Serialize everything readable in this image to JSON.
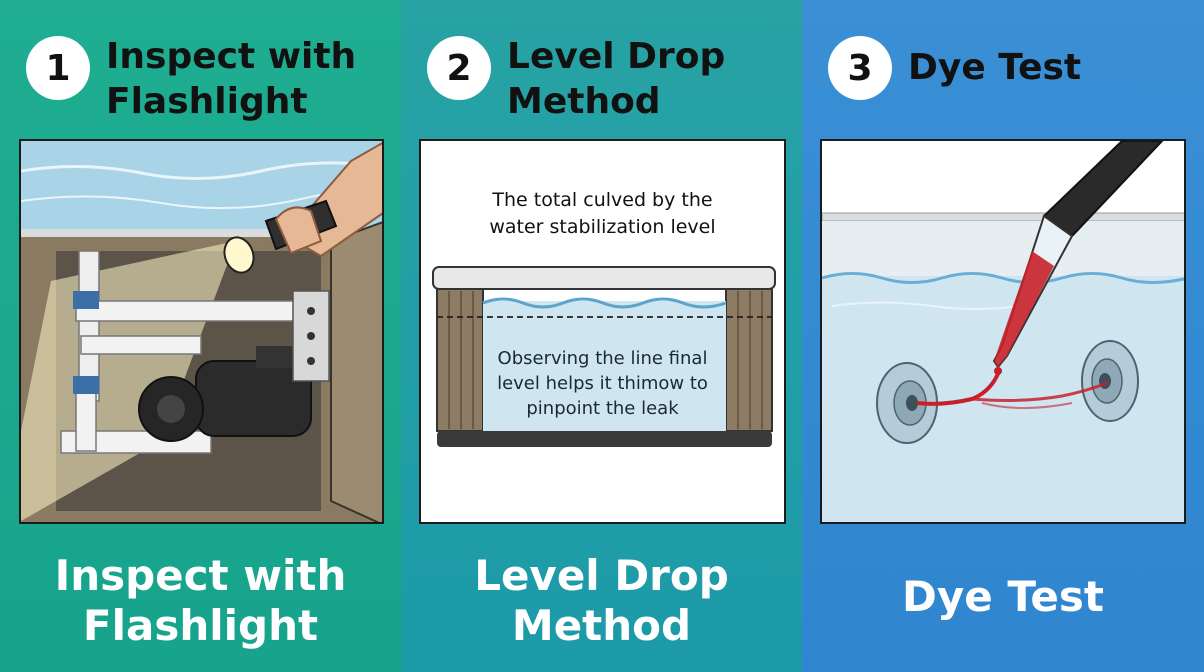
{
  "steps": [
    {
      "number": "1",
      "title_line1": "Inspect with",
      "title_line2": "Flashlight",
      "caption_line1": "Inspect with",
      "caption_line2": "Flashlight",
      "illustration": "flashlight-inspection-under-tub"
    },
    {
      "number": "2",
      "title_line1": "Level Drop",
      "title_line2": "Method",
      "caption_line1": "Level Drop",
      "caption_line2": "Method",
      "diagram_top_text_line1": "The total culved by the",
      "diagram_top_text_line2": "water stabilization level",
      "diagram_mid_text_line1": "Observing the line final",
      "diagram_mid_text_line2": "level helps it thimow to",
      "diagram_mid_text_line3": "pinpoint the leak",
      "illustration": "tub-water-level-diagram"
    },
    {
      "number": "3",
      "title": "Dye Test",
      "caption": "Dye Test",
      "illustration": "dye-dropper-near-jets"
    }
  ],
  "colors": {
    "panel1": "#1fae91",
    "panel2": "#27a3a4",
    "panel3": "#3a8fd5",
    "water": "#cfe6f1",
    "dye": "#c8202a",
    "cabinet": "#8a7a62"
  }
}
